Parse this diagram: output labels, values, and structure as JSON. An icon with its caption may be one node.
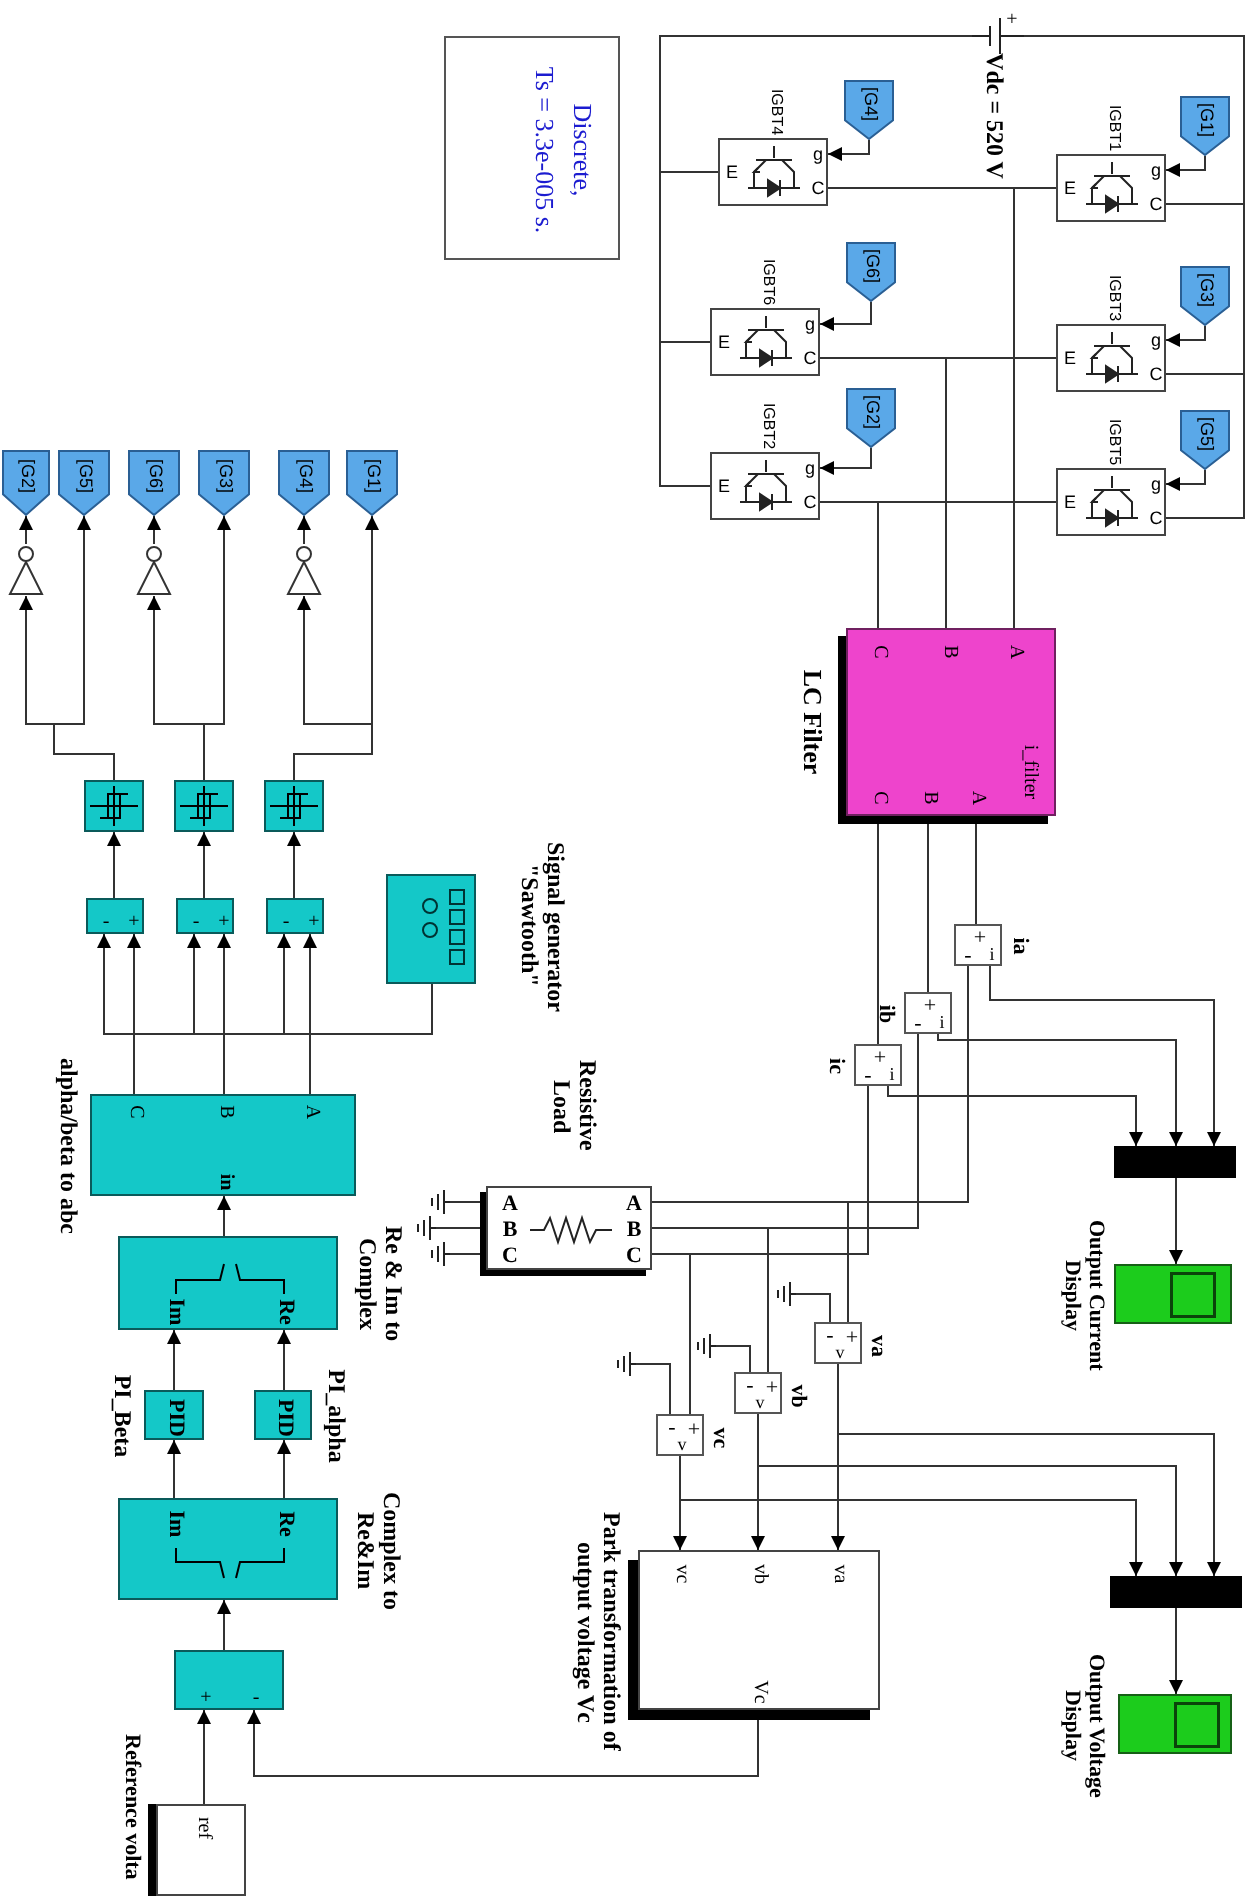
{
  "diagram": {
    "nodes": [
      {
        "text": [
          "Discrete,",
          "Ts = 3.3e-005 s."
        ]
      },
      {
        "text": [
          "+"
        ],
        "beside": [
          "Vdc = 520 V"
        ]
      },
      {
        "text": [
          "IGBT4",
          "g",
          "E",
          "C"
        ]
      },
      {
        "text": [
          "[G4]"
        ]
      },
      {
        "text": [
          "IGBT1",
          "g",
          "E",
          "C"
        ]
      },
      {
        "text": [
          "[G1]"
        ]
      },
      {
        "text": [
          "IGBT6",
          "g",
          "E",
          "C"
        ]
      },
      {
        "text": [
          "[G6]"
        ]
      },
      {
        "text": [
          "IGBT3",
          "g",
          "E",
          "C"
        ]
      },
      {
        "text": [
          "[G3]"
        ]
      },
      {
        "text": [
          "IGBT2",
          "g",
          "E",
          "C"
        ]
      },
      {
        "text": [
          "[G2]"
        ]
      },
      {
        "text": [
          "IGBT5",
          "g",
          "E",
          "C"
        ]
      },
      {
        "text": [
          "[G5]"
        ]
      },
      {
        "text": [
          "LC Filter",
          "C",
          "B",
          "A",
          "C",
          "B",
          "A",
          "i_filter"
        ]
      },
      {
        "text": [
          "+",
          "-",
          "i"
        ],
        "beside": [
          "ia"
        ]
      },
      {
        "text": [
          "+",
          "-",
          "i"
        ],
        "beside": [
          "ib"
        ]
      },
      {
        "text": [
          "+",
          "-",
          "i"
        ],
        "beside": [
          "ic"
        ]
      },
      {
        "text": [],
        "shape": "bar"
      },
      {
        "text": [
          "Output Current Display"
        ]
      },
      {
        "text": [
          "Resistive Load",
          "A",
          "B",
          "C",
          "A",
          "B",
          "C"
        ]
      },
      {
        "text": [],
        "shape": "ground"
      },
      {
        "text": [],
        "shape": "ground"
      },
      {
        "text": [],
        "shape": "ground"
      },
      {
        "text": [
          "-",
          "+",
          "v"
        ],
        "beside": [
          "va"
        ]
      },
      {
        "text": [
          "-",
          "+",
          "v"
        ],
        "beside": [
          "vb"
        ]
      },
      {
        "text": [
          "-",
          "+",
          "v"
        ],
        "beside": [
          "vc"
        ]
      },
      {
        "text": [],
        "shape": "ground"
      },
      {
        "text": [],
        "shape": "ground"
      },
      {
        "text": [],
        "shape": "ground"
      },
      {
        "text": [
          "Park transformation of output voltage Vc",
          "va",
          "vb",
          "vc",
          "Vc"
        ]
      },
      {
        "text": [],
        "shape": "bar"
      },
      {
        "text": [
          "Output Voltage Display"
        ]
      },
      {
        "text": [
          "Signal generator \"Sawtooth\""
        ]
      },
      {
        "text": [
          "-",
          "+"
        ]
      },
      {
        "text": [
          "-",
          "+"
        ]
      },
      {
        "text": [
          "-",
          "+"
        ]
      },
      {
        "text": [],
        "shape": "box"
      },
      {
        "text": [],
        "shape": "box"
      },
      {
        "text": [],
        "shape": "box"
      },
      {
        "text": [],
        "shape": "triangle"
      },
      {
        "text": [],
        "shape": "triangle"
      },
      {
        "text": [],
        "shape": "triangle"
      },
      {
        "text": [
          "[G2]"
        ]
      },
      {
        "text": [
          "[G5]"
        ]
      },
      {
        "text": [
          "[G6]"
        ]
      },
      {
        "text": [
          "[G3]"
        ]
      },
      {
        "text": [
          "[G4]"
        ]
      },
      {
        "text": [
          "[G1]"
        ]
      },
      {
        "text": [
          "alpha/beta to abc",
          "A",
          "B",
          "C",
          "in"
        ]
      },
      {
        "text": [
          "Re & Im to Complex",
          "Re",
          "Im"
        ]
      },
      {
        "text": [
          "PI_alpha",
          "PID"
        ]
      },
      {
        "text": [
          "PI_Beta",
          "PID"
        ]
      },
      {
        "text": [
          "Complex to Re&Im",
          "Re",
          "Im"
        ]
      },
      {
        "text": [
          "+",
          "-"
        ]
      },
      {
        "text": [
          "Reference volta",
          "ref"
        ]
      }
    ],
    "edges": [
      {
        "from": 1,
        "to": 2,
        "arrow": "none"
      },
      {
        "from": 1,
        "to": 6,
        "arrow": "none"
      },
      {
        "from": 1,
        "to": 10,
        "arrow": "none"
      },
      {
        "from": 1,
        "to": 4,
        "arrow": "none"
      },
      {
        "from": 1,
        "to": 8,
        "arrow": "none"
      },
      {
        "from": 1,
        "to": 12,
        "arrow": "none"
      },
      {
        "from": 3,
        "to": 2,
        "arrow": "to"
      },
      {
        "from": 5,
        "to": 4,
        "arrow": "to"
      },
      {
        "from": 7,
        "to": 6,
        "arrow": "to"
      },
      {
        "from": 9,
        "to": 8,
        "arrow": "to"
      },
      {
        "from": 11,
        "to": 10,
        "arrow": "to"
      },
      {
        "from": 13,
        "to": 12,
        "arrow": "to"
      },
      {
        "from": 2,
        "to": 4,
        "arrow": "none"
      },
      {
        "from": 6,
        "to": 8,
        "arrow": "none"
      },
      {
        "from": 10,
        "to": 12,
        "arrow": "none"
      },
      {
        "from": 4,
        "to": 14,
        "arrow": "none"
      },
      {
        "from": 8,
        "to": 14,
        "arrow": "none"
      },
      {
        "from": 12,
        "to": 14,
        "arrow": "none"
      },
      {
        "from": 14,
        "to": 15,
        "arrow": "none"
      },
      {
        "from": 14,
        "to": 16,
        "arrow": "none"
      },
      {
        "from": 14,
        "to": 17,
        "arrow": "none"
      },
      {
        "from": 15,
        "to": 20,
        "arrow": "none"
      },
      {
        "from": 16,
        "to": 20,
        "arrow": "none"
      },
      {
        "from": 17,
        "to": 20,
        "arrow": "none"
      },
      {
        "from": 15,
        "to": 18,
        "arrow": "to"
      },
      {
        "from": 16,
        "to": 18,
        "arrow": "to"
      },
      {
        "from": 17,
        "to": 18,
        "arrow": "to"
      },
      {
        "from": 18,
        "to": 19,
        "arrow": "to"
      },
      {
        "from": 20,
        "to": 21,
        "arrow": "none"
      },
      {
        "from": 20,
        "to": 22,
        "arrow": "none"
      },
      {
        "from": 20,
        "to": 23,
        "arrow": "none"
      },
      {
        "from": 20,
        "to": 24,
        "arrow": "none"
      },
      {
        "from": 20,
        "to": 25,
        "arrow": "none"
      },
      {
        "from": 20,
        "to": 26,
        "arrow": "none"
      },
      {
        "from": 24,
        "to": 27,
        "arrow": "none"
      },
      {
        "from": 25,
        "to": 28,
        "arrow": "none"
      },
      {
        "from": 26,
        "to": 29,
        "arrow": "none"
      },
      {
        "from": 24,
        "to": 30,
        "arrow": "to"
      },
      {
        "from": 25,
        "to": 30,
        "arrow": "to"
      },
      {
        "from": 26,
        "to": 30,
        "arrow": "to"
      },
      {
        "from": 24,
        "to": 31,
        "arrow": "to"
      },
      {
        "from": 25,
        "to": 31,
        "arrow": "to"
      },
      {
        "from": 26,
        "to": 31,
        "arrow": "to"
      },
      {
        "from": 31,
        "to": 32,
        "arrow": "to"
      },
      {
        "from": 30,
        "to": 54,
        "arrow": "to"
      },
      {
        "from": 55,
        "to": 54,
        "arrow": "to"
      },
      {
        "from": 54,
        "to": 53,
        "arrow": "to"
      },
      {
        "from": 53,
        "to": 51,
        "arrow": "to"
      },
      {
        "from": 53,
        "to": 52,
        "arrow": "to"
      },
      {
        "from": 51,
        "to": 50,
        "arrow": "to"
      },
      {
        "from": 52,
        "to": 50,
        "arrow": "to"
      },
      {
        "from": 50,
        "to": 49,
        "arrow": "to"
      },
      {
        "from": 49,
        "to": 36,
        "arrow": "to"
      },
      {
        "from": 49,
        "to": 35,
        "arrow": "to"
      },
      {
        "from": 49,
        "to": 34,
        "arrow": "to"
      },
      {
        "from": 33,
        "to": 34,
        "arrow": "to"
      },
      {
        "from": 33,
        "to": 35,
        "arrow": "to"
      },
      {
        "from": 33,
        "to": 36,
        "arrow": "to"
      },
      {
        "from": 34,
        "to": 37,
        "arrow": "to"
      },
      {
        "from": 35,
        "to": 38,
        "arrow": "to"
      },
      {
        "from": 36,
        "to": 39,
        "arrow": "to"
      },
      {
        "from": 37,
        "to": 40,
        "arrow": "to"
      },
      {
        "from": 37,
        "to": 44,
        "arrow": "to"
      },
      {
        "from": 38,
        "to": 41,
        "arrow": "to"
      },
      {
        "from": 38,
        "to": 46,
        "arrow": "to"
      },
      {
        "from": 39,
        "to": 42,
        "arrow": "to"
      },
      {
        "from": 39,
        "to": 48,
        "arrow": "to"
      },
      {
        "from": 40,
        "to": 43,
        "arrow": "to"
      },
      {
        "from": 41,
        "to": 45,
        "arrow": "to"
      },
      {
        "from": 42,
        "to": 47,
        "arrow": "to"
      }
    ]
  }
}
